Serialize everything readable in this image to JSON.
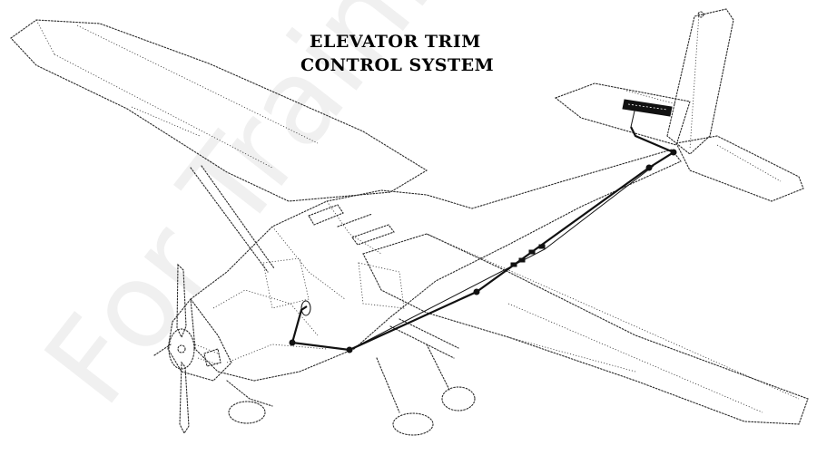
{
  "diagram": {
    "title_line_1": "ELEVATOR TRIM",
    "title_line_2": "CONTROL SYSTEM",
    "watermark": "For Training"
  }
}
